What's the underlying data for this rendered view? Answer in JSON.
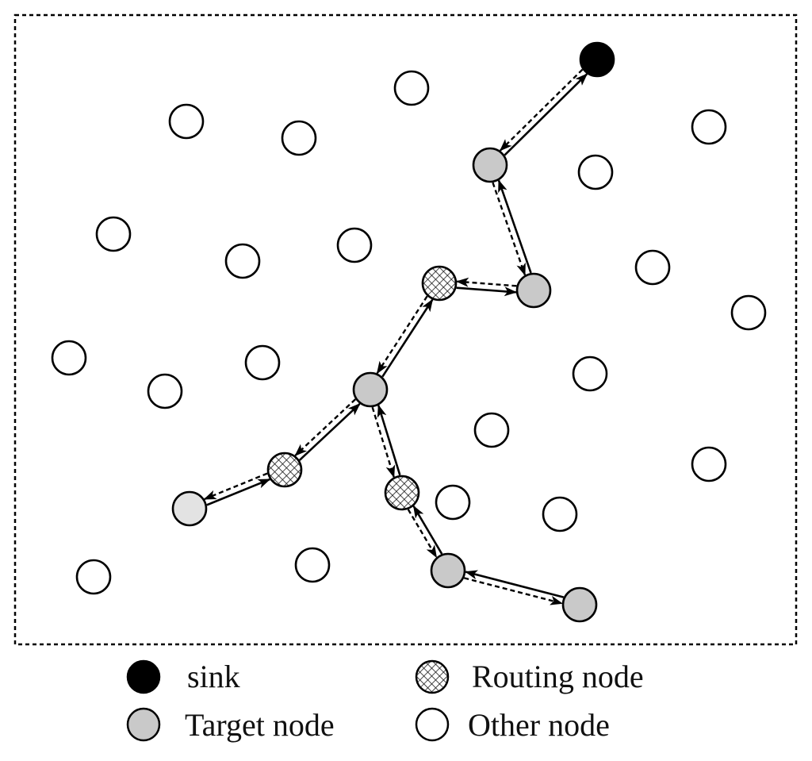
{
  "legend": {
    "sink": "sink",
    "routing": "Routing node",
    "target": "Target node",
    "other": "Other node"
  },
  "colors": {
    "sink": "#000000",
    "target": "#c9c9c9",
    "target_light": "#e3e3e3",
    "other": "#ffffff",
    "routing_hatch": "#1a1a1a",
    "stroke": "#000000"
  },
  "nodes": [
    {
      "id": "sink",
      "type": "sink"
    },
    {
      "id": "t1",
      "type": "target"
    },
    {
      "id": "t2",
      "type": "target"
    },
    {
      "id": "r1",
      "type": "routing"
    },
    {
      "id": "t3",
      "type": "target"
    },
    {
      "id": "r2",
      "type": "routing"
    },
    {
      "id": "t4",
      "type": "target-light"
    },
    {
      "id": "r3",
      "type": "routing"
    },
    {
      "id": "t5",
      "type": "target"
    },
    {
      "id": "t6",
      "type": "target"
    },
    {
      "id": "o1",
      "type": "other"
    },
    {
      "id": "o2",
      "type": "other"
    },
    {
      "id": "o3",
      "type": "other"
    },
    {
      "id": "o4",
      "type": "other"
    },
    {
      "id": "o5",
      "type": "other"
    },
    {
      "id": "o6",
      "type": "other"
    },
    {
      "id": "o7",
      "type": "other"
    },
    {
      "id": "o8",
      "type": "other"
    },
    {
      "id": "o9",
      "type": "other"
    },
    {
      "id": "o10",
      "type": "other"
    },
    {
      "id": "o11",
      "type": "other"
    },
    {
      "id": "o12",
      "type": "other"
    },
    {
      "id": "o13",
      "type": "other"
    },
    {
      "id": "o14",
      "type": "other"
    },
    {
      "id": "o15",
      "type": "other"
    },
    {
      "id": "o16",
      "type": "other"
    },
    {
      "id": "o17",
      "type": "other"
    },
    {
      "id": "o18",
      "type": "other"
    },
    {
      "id": "o19",
      "type": "other"
    },
    {
      "id": "o20",
      "type": "other"
    },
    {
      "id": "o21",
      "type": "other"
    },
    {
      "id": "o22",
      "type": "other"
    }
  ],
  "links": [
    {
      "from": "t1",
      "to": "sink"
    },
    {
      "from": "t2",
      "to": "t1"
    },
    {
      "from": "r1",
      "to": "t2"
    },
    {
      "from": "t3",
      "to": "r1"
    },
    {
      "from": "r2",
      "to": "t3"
    },
    {
      "from": "t4",
      "to": "r2"
    },
    {
      "from": "r3",
      "to": "t3"
    },
    {
      "from": "t5",
      "to": "r3"
    },
    {
      "from": "t6",
      "to": "t5"
    }
  ]
}
